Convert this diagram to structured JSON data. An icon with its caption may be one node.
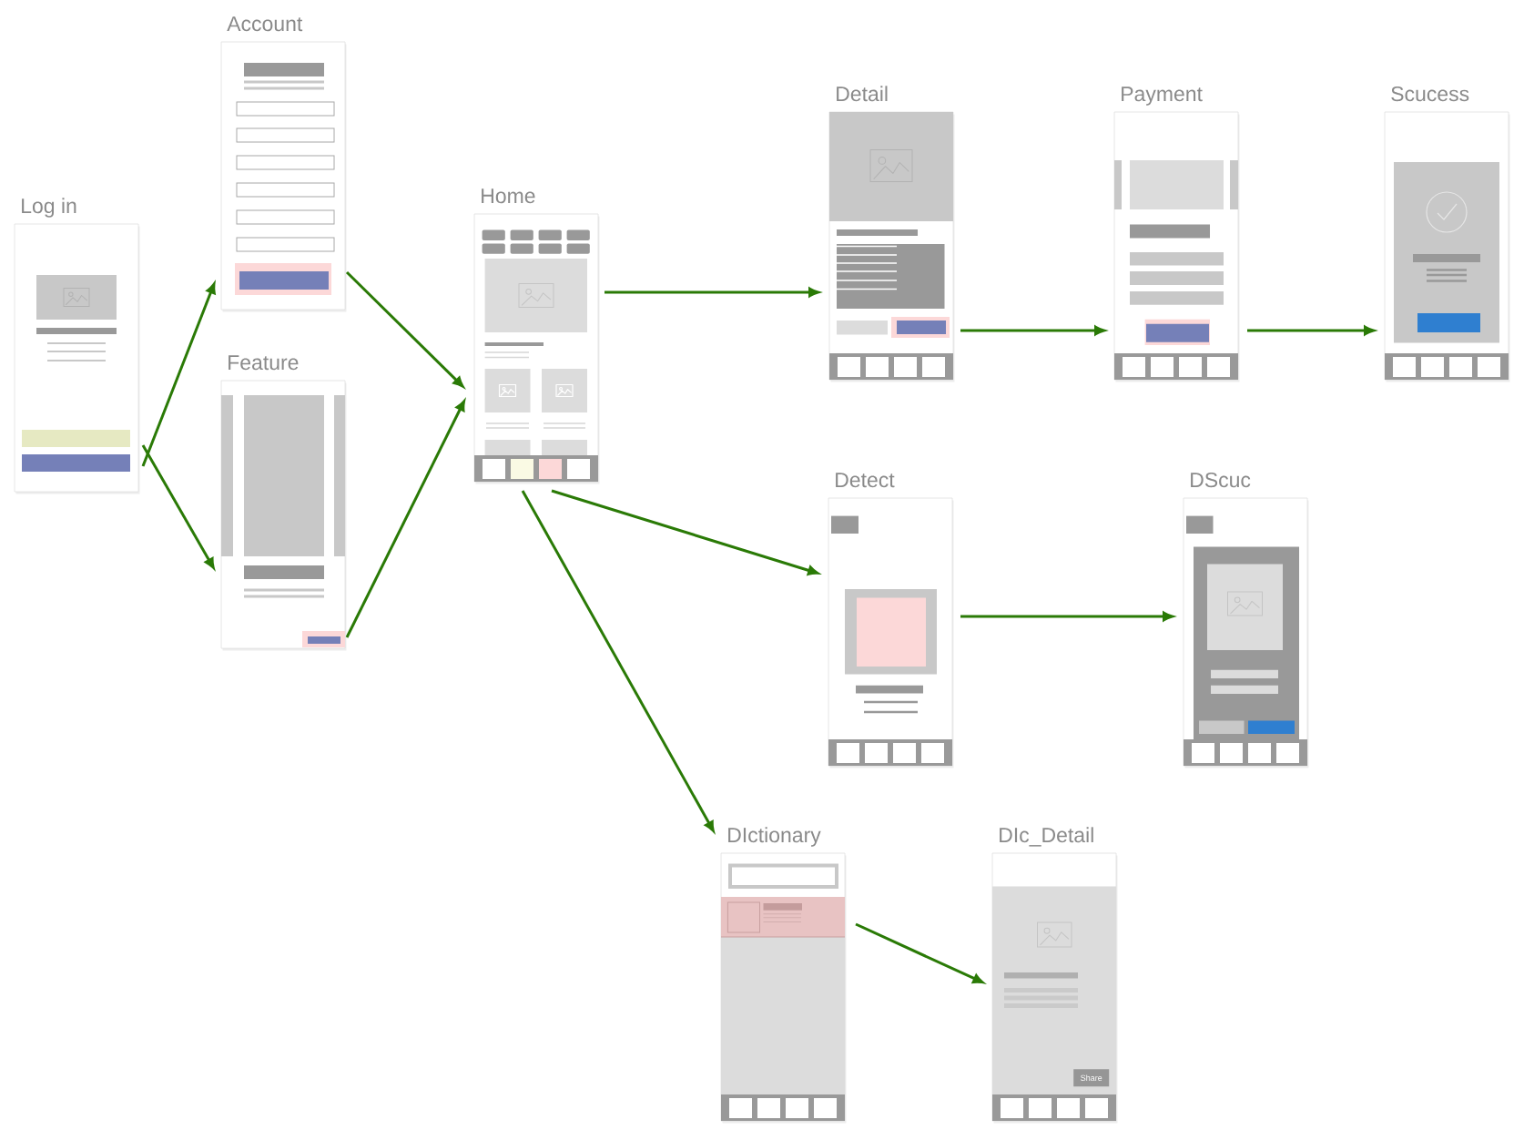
{
  "diagram": {
    "nodes": [
      {
        "text": [
          "Log in"
        ]
      },
      {
        "text": [
          "Account"
        ]
      },
      {
        "text": [
          "Feature"
        ]
      },
      {
        "text": [
          "Home"
        ]
      },
      {
        "text": [
          "Detail"
        ]
      },
      {
        "text": [
          "Payment"
        ]
      },
      {
        "text": [
          "Scucess"
        ]
      },
      {
        "text": [
          "Detect"
        ]
      },
      {
        "text": [
          "DScuc"
        ]
      },
      {
        "text": [
          "DIctionary"
        ]
      },
      {
        "text": [
          "DIc_Detail"
        ]
      },
      {
        "text": [
          "Share"
        ],
        "in": 10
      }
    ],
    "edges": [
      {
        "from": 0,
        "to": 1,
        "arrow": "to"
      },
      {
        "from": 0,
        "to": 2,
        "arrow": "to"
      },
      {
        "from": 1,
        "to": 3,
        "arrow": "to"
      },
      {
        "from": 2,
        "to": 3,
        "arrow": "to"
      },
      {
        "from": 3,
        "to": 4,
        "arrow": "to"
      },
      {
        "from": 4,
        "to": 5,
        "arrow": "to"
      },
      {
        "from": 5,
        "to": 6,
        "arrow": "to"
      },
      {
        "from": 3,
        "to": 7,
        "arrow": "to"
      },
      {
        "from": 7,
        "to": 8,
        "arrow": "to"
      },
      {
        "from": 3,
        "to": 9,
        "arrow": "to"
      },
      {
        "from": 9,
        "to": 10,
        "arrow": "to"
      }
    ]
  }
}
